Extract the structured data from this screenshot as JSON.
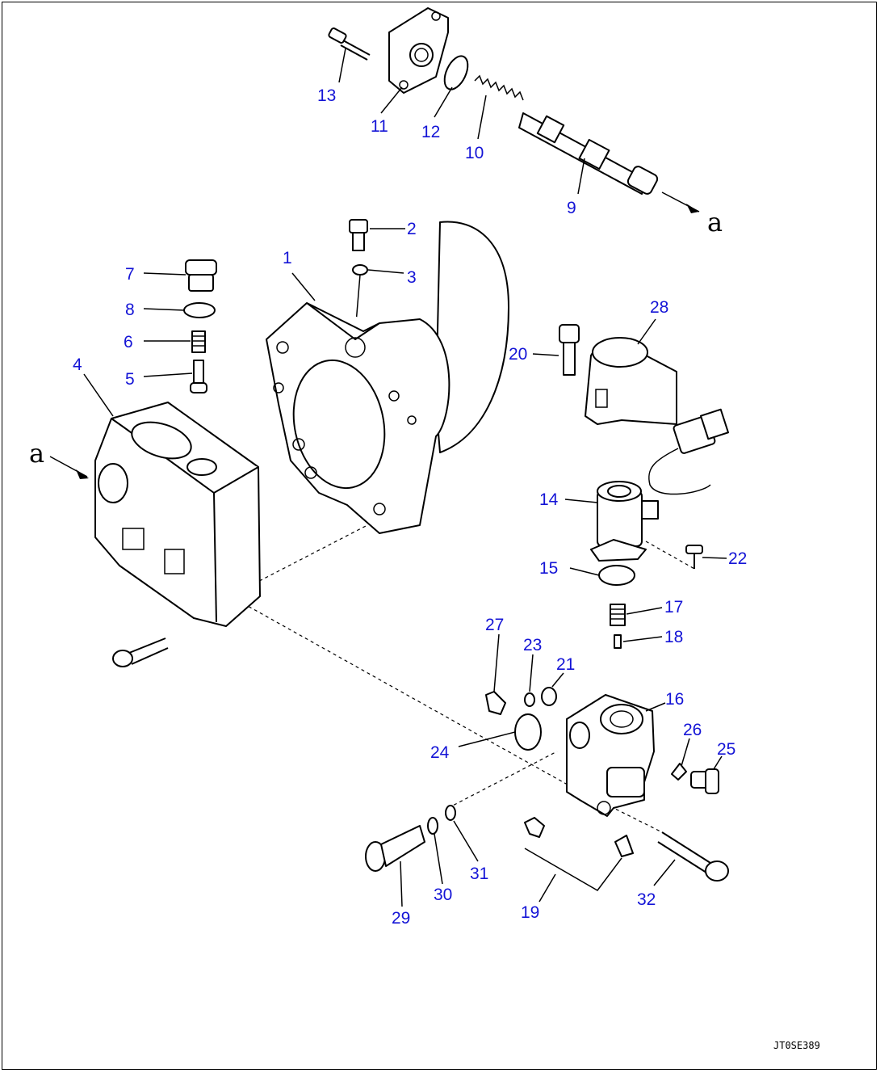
{
  "diagram": {
    "drawing_code": "JT0SE389",
    "section_letter": "a",
    "part_numbers": [
      "1",
      "2",
      "3",
      "4",
      "5",
      "6",
      "7",
      "8",
      "9",
      "10",
      "11",
      "12",
      "13",
      "14",
      "15",
      "16",
      "17",
      "18",
      "19",
      "20",
      "21",
      "22",
      "23",
      "24",
      "25",
      "26",
      "27",
      "28",
      "29",
      "30",
      "31",
      "32"
    ]
  }
}
